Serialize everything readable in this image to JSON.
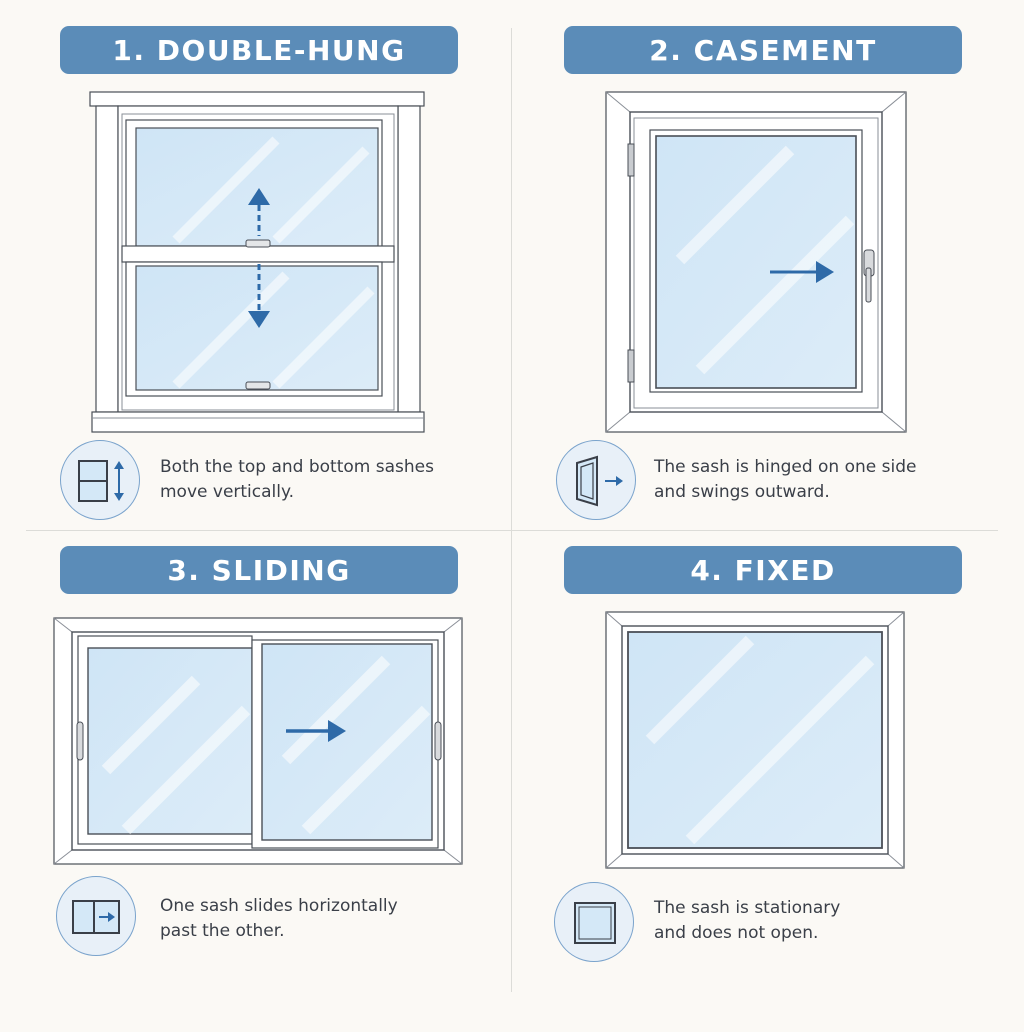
{
  "colors": {
    "background": "#fbf9f5",
    "title_bar": "#5b8cb8",
    "glass": "#d4e8f7",
    "frame": "#ffffff",
    "outline": "#4a4f57",
    "arrow": "#2e6aa8",
    "badge_fill": "#e8f0f8"
  },
  "panels": [
    {
      "title": "1. DOUBLE-HUNG",
      "description_line1": "Both the top and bottom sashes",
      "description_line2": "move vertically.",
      "icon": "double-hung-window-icon"
    },
    {
      "title": "2. CASEMENT",
      "description_line1": "The sash is hinged on one side",
      "description_line2": "and swings outward.",
      "icon": "casement-window-icon"
    },
    {
      "title": "3. SLIDING",
      "description_line1": "One sash slides horizontally",
      "description_line2": "past the other.",
      "icon": "sliding-window-icon"
    },
    {
      "title": "4. FIXED",
      "description_line1": "The sash is stationary",
      "description_line2": "and does not open.",
      "icon": "fixed-window-icon"
    }
  ]
}
